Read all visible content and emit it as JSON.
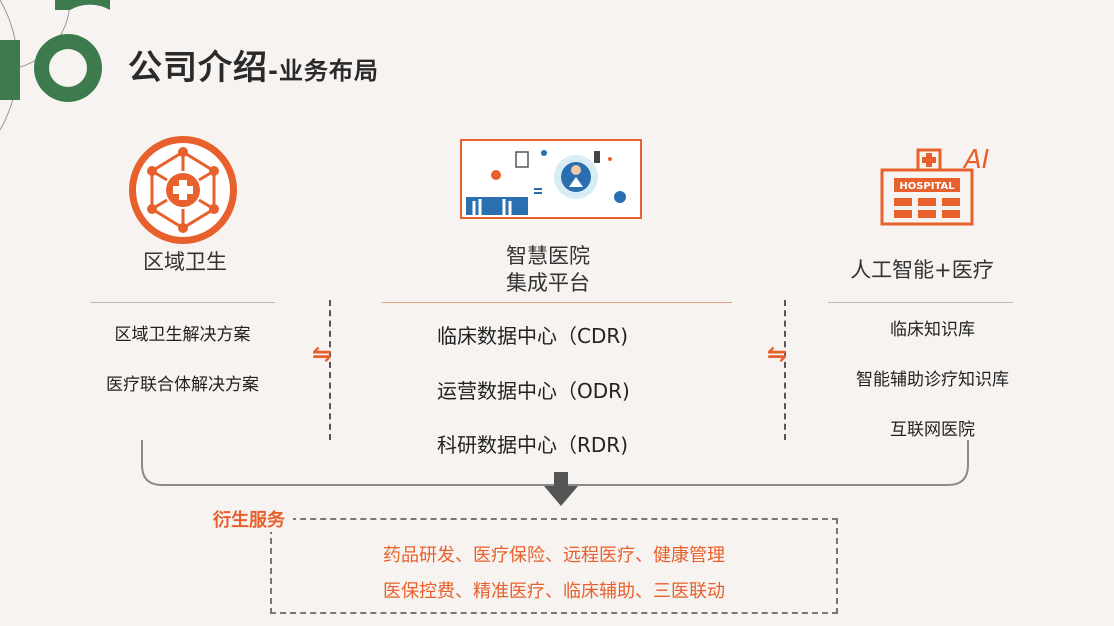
{
  "title": {
    "main": "公司介绍",
    "sub": "-业务布局"
  },
  "columns": {
    "left": {
      "title": "区域卫生",
      "items": [
        "区域卫生解决方案",
        "医疗联合体解决方案"
      ]
    },
    "center": {
      "title_line1": "智慧医院",
      "title_line2": "集成平台",
      "items": [
        "临床数据中心（CDR)",
        "运营数据中心（ODR)",
        "科研数据中心（RDR)"
      ]
    },
    "right": {
      "title": "人工智能+医疗",
      "items": [
        "临床知识库",
        "智能辅助诊疗知识库",
        "互联网医院"
      ]
    }
  },
  "icons": {
    "hospital_sign": "HOSPITAL",
    "ai_text": "AI"
  },
  "services": {
    "title": "衍生服务",
    "line1": "药品研发、医疗保险、远程医疗、健康管理",
    "line2": "医保控费、精准医疗、临床辅助、三医联动"
  },
  "colors": {
    "accent": "#e8602c",
    "green": "#3d7a4e"
  }
}
